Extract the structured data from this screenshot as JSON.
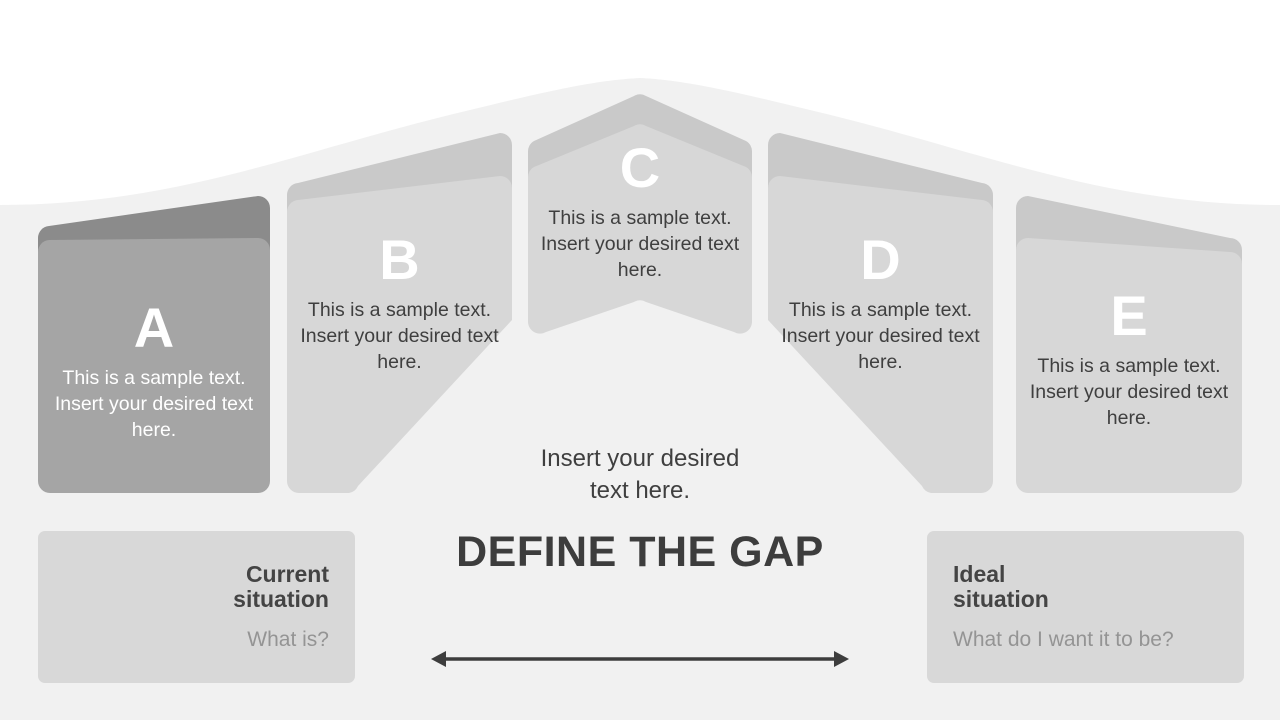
{
  "slide": {
    "title": "DEFINE THE GAP",
    "center_caption": "Insert your desired\ntext here.",
    "background_color": "#ffffff",
    "wave_color": "#f1f1f1"
  },
  "cards": [
    {
      "letter": "A",
      "body": "This is a sample text. Insert your desired text here.",
      "shape": "rounded-rect",
      "top_band_color": "#8b8b8b",
      "body_color": "#a5a5a5",
      "text_color": "#ffffff"
    },
    {
      "letter": "B",
      "body": "This is a sample text. Insert your desired text here.",
      "shape": "clipped-bottom-right",
      "top_band_color": "#c9c9c9",
      "body_color": "#d7d7d7",
      "text_color": "#3f3f3f"
    },
    {
      "letter": "C",
      "body": "This is a sample text. Insert your desired text here.",
      "shape": "chevron-banner",
      "top_band_color": "#c9c9c9",
      "body_color": "#d7d7d7",
      "text_color": "#3f3f3f"
    },
    {
      "letter": "D",
      "body": "This is a sample text. Insert your desired text here.",
      "shape": "clipped-bottom-left",
      "top_band_color": "#c9c9c9",
      "body_color": "#d7d7d7",
      "text_color": "#3f3f3f"
    },
    {
      "letter": "E",
      "body": "This is a sample text. Insert your desired text here.",
      "shape": "rounded-rect",
      "top_band_color": "#c9c9c9",
      "body_color": "#d7d7d7",
      "text_color": "#3f3f3f"
    }
  ],
  "panels": {
    "current": {
      "title": "Current\nsituation",
      "subtitle": "What is?",
      "background": "#d8d8d8"
    },
    "ideal": {
      "title": "Ideal\nsituation",
      "subtitle": "What do I want it to be?",
      "background": "#d8d8d8"
    }
  },
  "arrow": {
    "name": "double-headed-arrow",
    "color": "#3d3d3d"
  }
}
